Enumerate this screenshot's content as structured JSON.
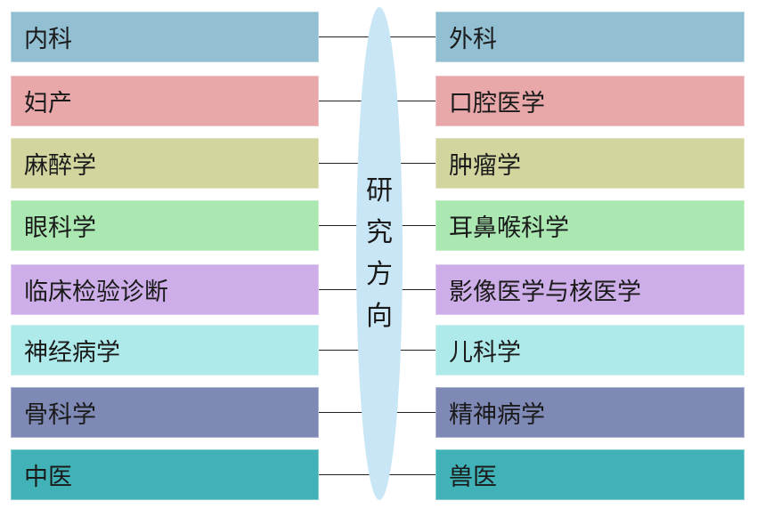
{
  "center": {
    "chars": [
      "研",
      "究",
      "方",
      "向"
    ]
  },
  "colors": {
    "row1": "#93bfd3",
    "row2": "#e8a7a8",
    "row3": "#d3d59f",
    "row4": "#aae7b1",
    "row5": "#cdaee9",
    "row6": "#aeeaea",
    "row7": "#7f89b6",
    "row8": "#41b3b8",
    "ellipse": "#c9e6f6"
  },
  "left": [
    {
      "label": "内科"
    },
    {
      "label": "妇产"
    },
    {
      "label": "麻醉学"
    },
    {
      "label": "眼科学"
    },
    {
      "label": "临床检验诊断"
    },
    {
      "label": "神经病学"
    },
    {
      "label": "骨科学"
    },
    {
      "label": "中医"
    }
  ],
  "right": [
    {
      "label": "外科"
    },
    {
      "label": "口腔医学"
    },
    {
      "label": "肿瘤学"
    },
    {
      "label": "耳鼻喉科学"
    },
    {
      "label": "影像医学与核医学"
    },
    {
      "label": "儿科学"
    },
    {
      "label": "精神病学"
    },
    {
      "label": "兽医"
    }
  ]
}
